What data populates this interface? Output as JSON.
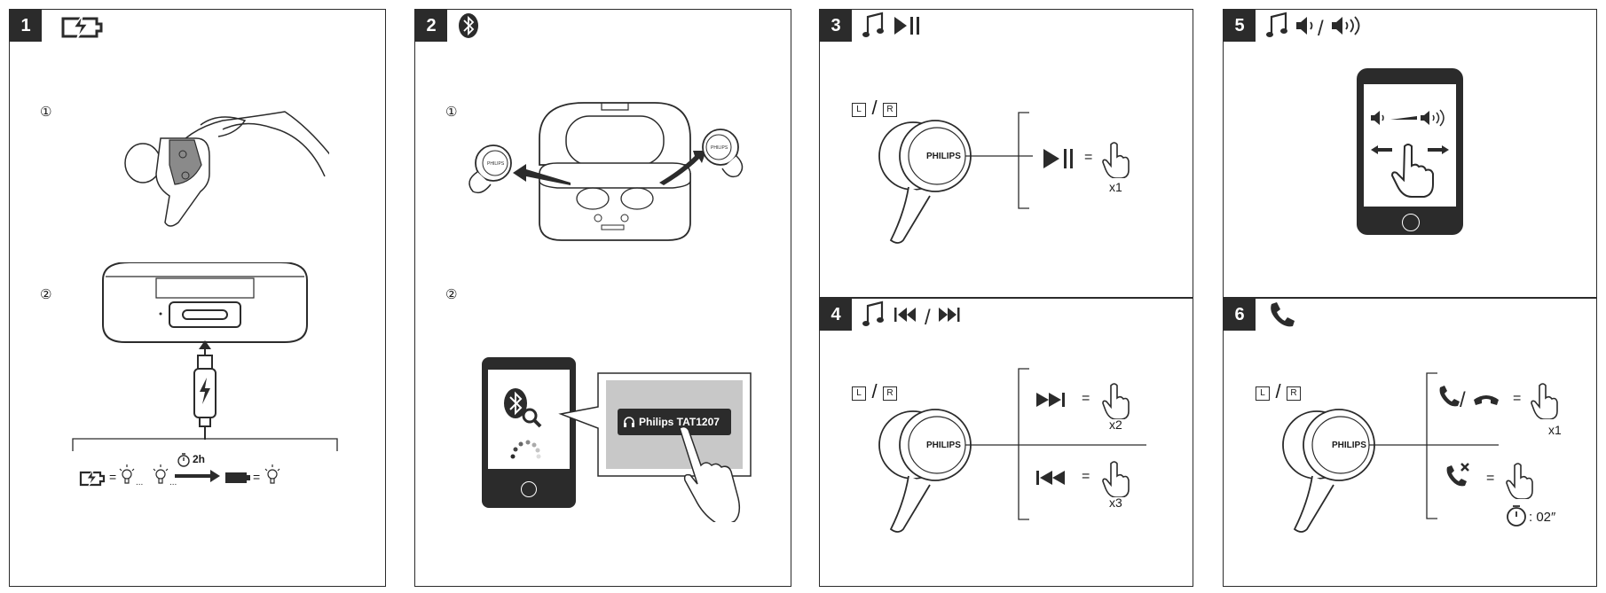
{
  "panels": [
    {
      "number": "1",
      "steps": [
        "①",
        "②"
      ],
      "charge_time": "2h"
    },
    {
      "number": "2",
      "steps": [
        "①",
        "②"
      ],
      "device_name": "Philips TAT1207"
    },
    {
      "number": "3",
      "ear_left": "L",
      "ear_right": "R",
      "brand": "PHILIPS",
      "taps": "x1"
    },
    {
      "number": "4",
      "ear_left": "L",
      "ear_right": "R",
      "brand": "PHILIPS",
      "taps_next": "x2",
      "taps_prev": "x3"
    },
    {
      "number": "5"
    },
    {
      "number": "6",
      "ear_left": "L",
      "ear_right": "R",
      "brand": "PHILIPS",
      "taps_answer": "x1",
      "hold_time": ": 02″"
    }
  ],
  "symbols": {
    "equals": "=",
    "separator": "/"
  },
  "colors": {
    "ink": "#2b2b2b",
    "screen_grey": "#c8c8c8",
    "panel_bg": "#ffffff"
  }
}
